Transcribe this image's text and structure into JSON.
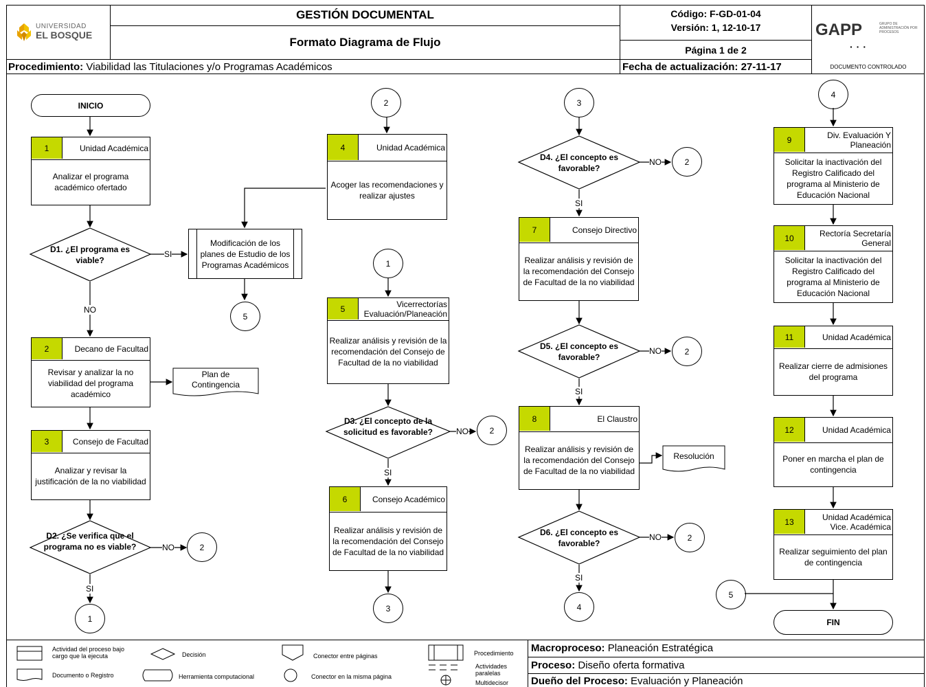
{
  "header": {
    "university_small": "UNIVERSIDAD",
    "university_big": "EL BOSQUE",
    "title": "GESTIÓN DOCUMENTAL",
    "subtitle": "Formato Diagrama de Flujo",
    "codigo": "Código: F-GD-01-04",
    "version": "Versión: 1, 12-10-17",
    "pagina": "Página 1 de 2",
    "gapp": "GAPP",
    "gapp_sub": "GRUPO DE ADMINISTRACIÓN POR PROCESOS",
    "procedimiento_label": "Procedimiento:",
    "procedimiento_value": "Viabilidad las Titulaciones y/o Programas Académicos",
    "fecha_label": "Fecha de actualización:",
    "fecha_value": "27-11-17",
    "documento": "DOCUMENTO CONTROLADO"
  },
  "flow": {
    "inicio": "INICIO",
    "fin": "FIN",
    "si": "SI",
    "no": "NO",
    "activities": [
      {
        "n": "1",
        "who": "Unidad Académica",
        "text": "Analizar el programa académico ofertado"
      },
      {
        "n": "2",
        "who": "Decano de Facultad",
        "text": "Revisar y analizar la no viabilidad del programa académico"
      },
      {
        "n": "3",
        "who": "Consejo de Facultad",
        "text": "Analizar y revisar la justificación de la no viabilidad"
      },
      {
        "n": "4",
        "who": "Unidad Académica",
        "text": "Acoger las recomendaciones y realizar ajustes"
      },
      {
        "n": "5",
        "who": "Vicerrectorías Evaluación/Planeación",
        "text": "Realizar análisis y revisión de la recomendación del Consejo de Facultad de la no viabilidad"
      },
      {
        "n": "6",
        "who": "Consejo Académico",
        "text": "Realizar análisis y revisión de la recomendación del Consejo de Facultad de la no viabilidad"
      },
      {
        "n": "7",
        "who": "Consejo Directivo",
        "text": "Realizar análisis y revisión de la recomendación del Consejo de Facultad de la no viabilidad"
      },
      {
        "n": "8",
        "who": "El Claustro",
        "text": "Realizar análisis y revisión de la recomendación del Consejo de Facultad de la no viabilidad"
      },
      {
        "n": "9",
        "who": "Div. Evaluación Y Planeación",
        "text": "Solicitar la inactivación del Registro Calificado del programa al Ministerio de Educación Nacional"
      },
      {
        "n": "10",
        "who": "Rectoría Secretaría General",
        "text": "Solicitar la inactivación del Registro Calificado del programa al Ministerio de Educación Nacional"
      },
      {
        "n": "11",
        "who": "Unidad Académica",
        "text": "Realizar cierre de admisiones del programa"
      },
      {
        "n": "12",
        "who": "Unidad Académica",
        "text": "Poner en marcha el plan de contingencia"
      },
      {
        "n": "13",
        "who": "Unidad Académica Vice. Académica",
        "text": "Realizar seguimiento del plan de contingencia"
      }
    ],
    "decisions": [
      "D1. ¿El programa es viable?",
      "D2. ¿Se verifica que el programa no es viable?",
      "D3. ¿El concepto de la solicitud es favorable?",
      "D4. ¿El concepto es favorable?",
      "D5. ¿El concepto es favorable?",
      "D6. ¿El concepto es favorable?"
    ],
    "procedure": "Modificación de los planes de Estudio de los Programas Académicos",
    "plan_contingencia": "Plan de Contingencia",
    "resolucion": "Resolución",
    "connectors": [
      "1",
      "2",
      "3",
      "4",
      "5"
    ]
  },
  "legend": {
    "actividad": "Actividad del proceso bajo cargo que la ejecuta",
    "documento": "Documento o Registro",
    "decision": "Decisión",
    "herramienta": "Herramienta computacional",
    "conector_paginas": "Conector entre páginas",
    "conector_misma": "Conector en la misma página",
    "procedimiento": "Procedimiento",
    "actividades_paralelas": "Actividades paralelas",
    "multidecisor": "Multidecisor"
  },
  "footer": {
    "macro_label": "Macroproceso:",
    "macro_value": "Planeación Estratégica",
    "proceso_label": "Proceso:",
    "proceso_value": "Diseño oferta formativa",
    "dueno_label": "Dueño del Proceso:",
    "dueno_value": "Evaluación y Planeación"
  },
  "colors": {
    "number_fill": "#c5d900",
    "logo_orange": "#e8a200"
  }
}
